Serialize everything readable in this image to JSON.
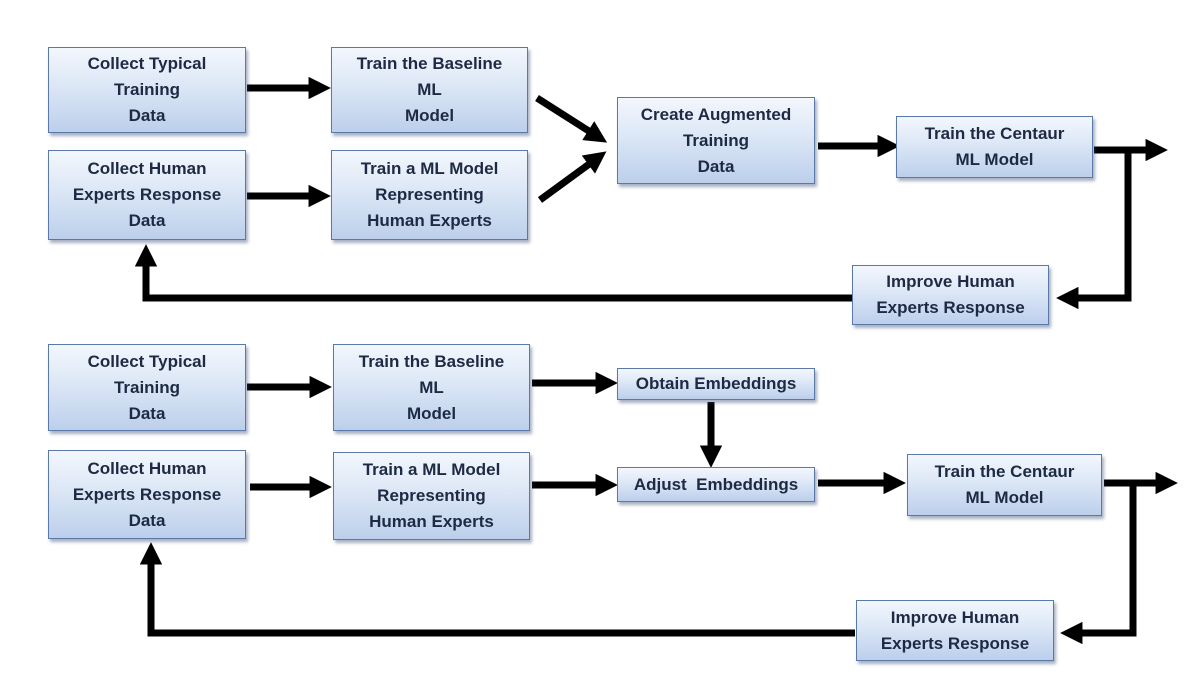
{
  "top": {
    "collect_typical": [
      "Collect Typical",
      "Training",
      "Data"
    ],
    "train_baseline": [
      "Train the Baseline",
      "ML",
      "Model"
    ],
    "collect_human": [
      "Collect Human",
      "Experts Response",
      "Data"
    ],
    "train_human_model": [
      "Train a ML Model",
      "Representing",
      "Human Experts"
    ],
    "create_augmented": [
      "Create Augmented",
      "Training",
      "Data"
    ],
    "train_centaur": [
      "Train the Centaur",
      "ML Model"
    ],
    "improve_human": [
      "Improve Human",
      "Experts Response"
    ]
  },
  "bottom": {
    "collect_typical": [
      "Collect Typical",
      "Training",
      "Data"
    ],
    "train_baseline": [
      "Train the Baseline",
      "ML",
      "Model"
    ],
    "collect_human": [
      "Collect Human",
      "Experts Response",
      "Data"
    ],
    "train_human_model": [
      "Train a ML Model",
      "Representing",
      "Human Experts"
    ],
    "obtain_embeddings": [
      "Obtain Embeddings"
    ],
    "adjust_embeddings": [
      "Adjust  Embeddings"
    ],
    "train_centaur": [
      "Train the Centaur",
      "ML Model"
    ],
    "improve_human": [
      "Improve Human",
      "Experts Response"
    ]
  },
  "colors": {
    "box_border": "#5a78a8",
    "box_fill_top": "#f3f7fd",
    "box_fill_bottom": "#bccfeb",
    "text": "#1e2a44",
    "arrow": "#000000"
  }
}
